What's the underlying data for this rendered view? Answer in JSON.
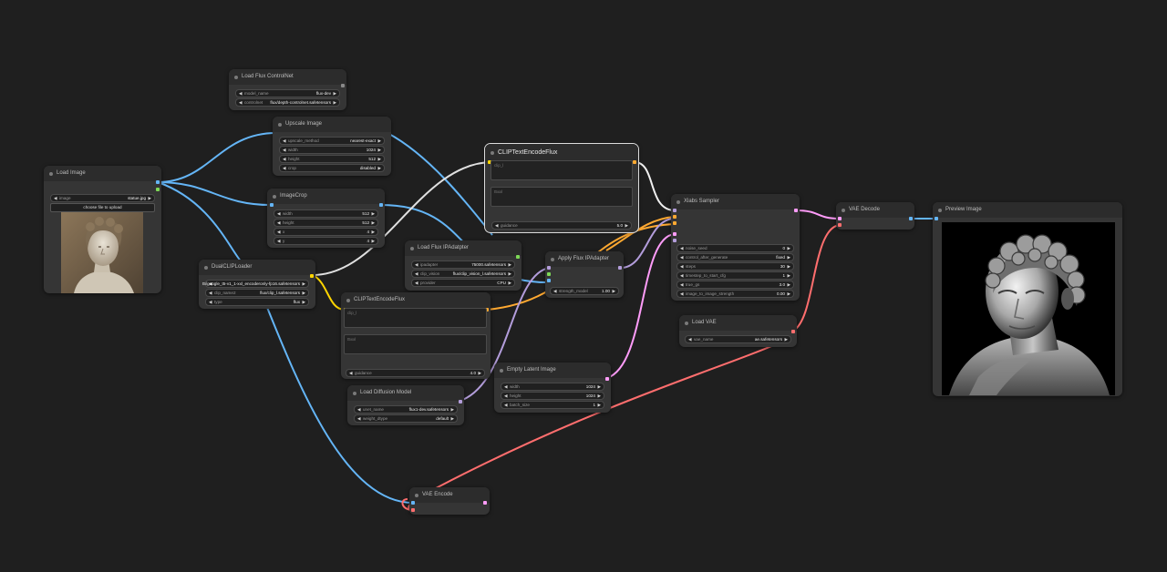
{
  "nodes": {
    "load_controlnet": {
      "title": "Load Flux ControlNet",
      "model_name_label": "model_name",
      "model_name_value": "flux-dev",
      "controlnet_label": "controlnet",
      "controlnet_value": "flux/depth-controlnet.safetensors"
    },
    "upscale": {
      "title": "Upscale Image",
      "method_label": "upscale_method",
      "method_value": "nearest-exact",
      "width_label": "width",
      "width_value": "1024",
      "height_label": "height",
      "height_value": "512",
      "crop_label": "crop",
      "crop_value": "disabled"
    },
    "load_image": {
      "title": "Load Image",
      "image_label": "image",
      "image_value": "statue.jpg",
      "upload_label": "choose file to upload"
    },
    "image_crop": {
      "title": "ImageCrop",
      "width_label": "width",
      "width_value": "512",
      "height_label": "height",
      "height_value": "512",
      "x_label": "x",
      "x_value": "4",
      "y_label": "y",
      "y_value": "4"
    },
    "clip_top": {
      "title": "CLIPTextEncodeFlux",
      "clip_l_placeholder": "clip_l",
      "t5xxl_placeholder": "t5xxl",
      "guidance_label": "guidance",
      "guidance_value": "5.0"
    },
    "load_ipadapter": {
      "title": "Load Flux IPAdatpter",
      "ipadapter_label": "ipadapter",
      "ipadapter_value": "75000.safetensors",
      "clip_vision_label": "clip_vision",
      "clip_vision_value": "flux/clip_vision_l.safetensors",
      "provider_label": "provider",
      "provider_value": "CPU"
    },
    "apply_ipadapter": {
      "title": "Apply Flux IPAdapter",
      "strength_label": "strength_model",
      "strength_value": "1.00"
    },
    "dual_clip": {
      "title": "DualCLIPLoader",
      "clip1_value": "t5/google_t5-v1_1-xxl_encoderonly-fp16.safetensors",
      "clip2_label": "clip_name2",
      "clip2_value": "flux/clip_l.safetensors",
      "type_label": "type",
      "type_value": "flux"
    },
    "clip_bottom": {
      "title": "CLIPTextEncodeFlux",
      "clip_l_placeholder": "clip_l",
      "t5xxl_placeholder": "t5xxl",
      "guidance_label": "guidance",
      "guidance_value": "4.0"
    },
    "xlabs_sampler": {
      "title": "Xlabs Sampler",
      "noise_seed_label": "noise_seed",
      "noise_seed_value": "0",
      "control_label": "control_after_generate",
      "control_value": "fixed",
      "steps_label": "steps",
      "steps_value": "30",
      "timestep_label": "timestep_to_start_cfg",
      "timestep_value": "1",
      "true_gs_label": "true_gs",
      "true_gs_value": "3.0",
      "i2i_label": "image_to_image_strength",
      "i2i_value": "0.00"
    },
    "vae_decode": {
      "title": "VAE Decode"
    },
    "preview": {
      "title": "Preview Image"
    },
    "load_vae": {
      "title": "Load VAE",
      "vae_label": "vae_name",
      "vae_value": "ae.safetensors"
    },
    "empty_latent": {
      "title": "Empty Latent Image",
      "width_label": "width",
      "width_value": "1024",
      "height_label": "height",
      "height_value": "1024",
      "batch_label": "batch_size",
      "batch_value": "1"
    },
    "load_diffusion": {
      "title": "Load Diffusion Model",
      "unet_label": "unet_name",
      "unet_value": "flux1-dev.safetensors",
      "dtype_label": "weight_dtype",
      "dtype_value": "default"
    },
    "vae_encode": {
      "title": "VAE Encode"
    }
  },
  "link_colors": {
    "image": "#64b5f6",
    "clip": "#ffd500",
    "conditioning": "#ffa931",
    "model": "#b39ddb",
    "latent": "#ff9cf9",
    "vae": "#ff6e6e",
    "controlnet": "#00d78d",
    "string": "#e0e0e0",
    "ipadapter": "#7ed957"
  }
}
